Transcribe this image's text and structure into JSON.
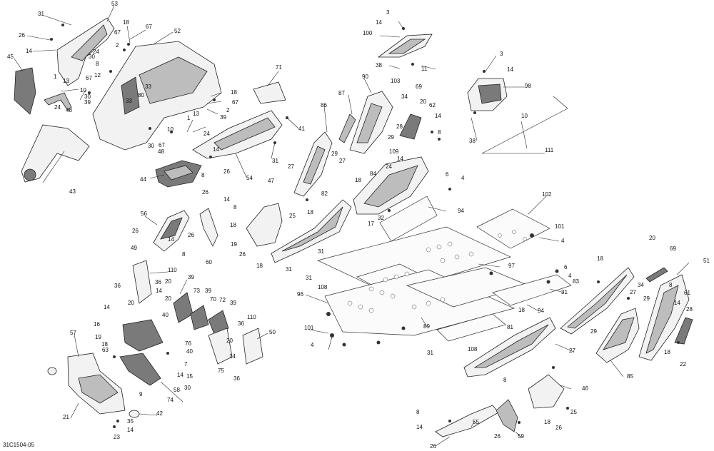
{
  "diagram": {
    "reference_code": "31C1504-05",
    "callouts": [
      {
        "id": "c1",
        "text": "31"
      },
      {
        "id": "c2",
        "text": "53"
      },
      {
        "id": "c3",
        "text": "26"
      },
      {
        "id": "c4",
        "text": "14"
      },
      {
        "id": "c5",
        "text": "18"
      },
      {
        "id": "c6",
        "text": "67"
      },
      {
        "id": "c7",
        "text": "67"
      },
      {
        "id": "c8",
        "text": "52"
      },
      {
        "id": "c9",
        "text": "2"
      },
      {
        "id": "c10",
        "text": "24"
      },
      {
        "id": "c11",
        "text": "30"
      },
      {
        "id": "c12",
        "text": "8"
      },
      {
        "id": "c13",
        "text": "12"
      },
      {
        "id": "c14",
        "text": "45"
      },
      {
        "id": "c15",
        "text": "1"
      },
      {
        "id": "c16",
        "text": "13"
      },
      {
        "id": "c17",
        "text": "67"
      },
      {
        "id": "c18",
        "text": "10"
      },
      {
        "id": "c19",
        "text": "30"
      },
      {
        "id": "c20",
        "text": "39"
      },
      {
        "id": "c21",
        "text": "24"
      },
      {
        "id": "c22",
        "text": "48"
      },
      {
        "id": "c23",
        "text": "33"
      },
      {
        "id": "c24",
        "text": "80"
      },
      {
        "id": "c25",
        "text": "33"
      },
      {
        "id": "c26",
        "text": "18"
      },
      {
        "id": "c27",
        "text": "67"
      },
      {
        "id": "c28",
        "text": "2"
      },
      {
        "id": "c29",
        "text": "39"
      },
      {
        "id": "c30",
        "text": "1"
      },
      {
        "id": "c31",
        "text": "13"
      },
      {
        "id": "c32",
        "text": "24"
      },
      {
        "id": "c33",
        "text": "10"
      },
      {
        "id": "c34",
        "text": "30"
      },
      {
        "id": "c35",
        "text": "67"
      },
      {
        "id": "c36",
        "text": "48"
      },
      {
        "id": "c37",
        "text": "43"
      },
      {
        "id": "c38",
        "text": "71"
      },
      {
        "id": "c39",
        "text": "41"
      },
      {
        "id": "c40",
        "text": "31"
      },
      {
        "id": "c41",
        "text": "14"
      },
      {
        "id": "c42",
        "text": "8"
      },
      {
        "id": "c43",
        "text": "26"
      },
      {
        "id": "c44",
        "text": "54"
      },
      {
        "id": "c45",
        "text": "44"
      },
      {
        "id": "c46",
        "text": "3"
      },
      {
        "id": "c47",
        "text": "14"
      },
      {
        "id": "c48",
        "text": "100"
      },
      {
        "id": "c49",
        "text": "38"
      },
      {
        "id": "c50",
        "text": "103"
      },
      {
        "id": "c51",
        "text": "11"
      },
      {
        "id": "c52",
        "text": "90"
      },
      {
        "id": "c53",
        "text": "87"
      },
      {
        "id": "c54",
        "text": "34"
      },
      {
        "id": "c55",
        "text": "69"
      },
      {
        "id": "c56",
        "text": "20"
      },
      {
        "id": "c57",
        "text": "62"
      },
      {
        "id": "c58",
        "text": "14"
      },
      {
        "id": "c59",
        "text": "8"
      },
      {
        "id": "c60",
        "text": "28"
      },
      {
        "id": "c61",
        "text": "29"
      },
      {
        "id": "c62",
        "text": "109"
      },
      {
        "id": "c63",
        "text": "14"
      },
      {
        "id": "c64",
        "text": "3"
      },
      {
        "id": "c65",
        "text": "14"
      },
      {
        "id": "c66",
        "text": "98"
      },
      {
        "id": "c67",
        "text": "10"
      },
      {
        "id": "c68",
        "text": "38"
      },
      {
        "id": "c69",
        "text": "111"
      },
      {
        "id": "c70",
        "text": "86"
      },
      {
        "id": "c71",
        "text": "29"
      },
      {
        "id": "c72",
        "text": "27"
      },
      {
        "id": "c73",
        "text": "27"
      },
      {
        "id": "c74",
        "text": "18"
      },
      {
        "id": "c75",
        "text": "18"
      },
      {
        "id": "c76",
        "text": "24"
      },
      {
        "id": "c77",
        "text": "84"
      },
      {
        "id": "c78",
        "text": "6"
      },
      {
        "id": "c79",
        "text": "4"
      },
      {
        "id": "c80",
        "text": "82"
      },
      {
        "id": "c81",
        "text": "32"
      },
      {
        "id": "c82",
        "text": "17"
      },
      {
        "id": "c83",
        "text": "94"
      },
      {
        "id": "c84",
        "text": "102"
      },
      {
        "id": "c85",
        "text": "47"
      },
      {
        "id": "c86",
        "text": "25"
      },
      {
        "id": "c87",
        "text": "26"
      },
      {
        "id": "c88",
        "text": "14"
      },
      {
        "id": "c89",
        "text": "8"
      },
      {
        "id": "c90",
        "text": "56"
      },
      {
        "id": "c91",
        "text": "26"
      },
      {
        "id": "c92",
        "text": "18"
      },
      {
        "id": "c93",
        "text": "26"
      },
      {
        "id": "c94",
        "text": "19"
      },
      {
        "id": "c95",
        "text": "26"
      },
      {
        "id": "c96",
        "text": "14"
      },
      {
        "id": "c97",
        "text": "8"
      },
      {
        "id": "c98",
        "text": "60"
      },
      {
        "id": "c99",
        "text": "18"
      },
      {
        "id": "c100",
        "text": "31"
      },
      {
        "id": "c101",
        "text": "101"
      },
      {
        "id": "c102",
        "text": "4"
      },
      {
        "id": "c103",
        "text": "31"
      },
      {
        "id": "c104",
        "text": "31"
      },
      {
        "id": "c105",
        "text": "108"
      },
      {
        "id": "c106",
        "text": "97"
      },
      {
        "id": "c107",
        "text": "49"
      },
      {
        "id": "c108",
        "text": "110"
      },
      {
        "id": "c109",
        "text": "36"
      },
      {
        "id": "c110",
        "text": "36"
      },
      {
        "id": "c111",
        "text": "20"
      },
      {
        "id": "c112",
        "text": "14"
      },
      {
        "id": "c113",
        "text": "20"
      },
      {
        "id": "c114",
        "text": "40"
      },
      {
        "id": "c115",
        "text": "39"
      },
      {
        "id": "c116",
        "text": "73"
      },
      {
        "id": "c117",
        "text": "39"
      },
      {
        "id": "c118",
        "text": "70"
      },
      {
        "id": "c119",
        "text": "72"
      },
      {
        "id": "c120",
        "text": "39"
      },
      {
        "id": "c121",
        "text": "96"
      },
      {
        "id": "c122",
        "text": "6"
      },
      {
        "id": "c123",
        "text": "4"
      },
      {
        "id": "c124",
        "text": "83"
      },
      {
        "id": "c125",
        "text": "18"
      },
      {
        "id": "c126",
        "text": "31"
      },
      {
        "id": "c127",
        "text": "94"
      },
      {
        "id": "c128",
        "text": "27"
      },
      {
        "id": "c129",
        "text": "20"
      },
      {
        "id": "c130",
        "text": "69"
      },
      {
        "id": "c131",
        "text": "51"
      },
      {
        "id": "c132",
        "text": "34"
      },
      {
        "id": "c133",
        "text": "8"
      },
      {
        "id": "c134",
        "text": "29"
      },
      {
        "id": "c135",
        "text": "14"
      },
      {
        "id": "c136",
        "text": "61"
      },
      {
        "id": "c137",
        "text": "28"
      },
      {
        "id": "c138",
        "text": "14"
      },
      {
        "id": "c139",
        "text": "16"
      },
      {
        "id": "c140",
        "text": "19"
      },
      {
        "id": "c141",
        "text": "18"
      },
      {
        "id": "c142",
        "text": "63"
      },
      {
        "id": "c143",
        "text": "20"
      },
      {
        "id": "c144",
        "text": "36"
      },
      {
        "id": "c145",
        "text": "110"
      },
      {
        "id": "c146",
        "text": "50"
      },
      {
        "id": "c147",
        "text": "76"
      },
      {
        "id": "c148",
        "text": "40"
      },
      {
        "id": "c149",
        "text": "20"
      },
      {
        "id": "c150",
        "text": "14"
      },
      {
        "id": "c151",
        "text": "75"
      },
      {
        "id": "c152",
        "text": "36"
      },
      {
        "id": "c153",
        "text": "101"
      },
      {
        "id": "c154",
        "text": "4"
      },
      {
        "id": "c155",
        "text": "89"
      },
      {
        "id": "c156",
        "text": "31"
      },
      {
        "id": "c157",
        "text": "108"
      },
      {
        "id": "c158",
        "text": "81"
      },
      {
        "id": "c159",
        "text": "18"
      },
      {
        "id": "c160",
        "text": "27"
      },
      {
        "id": "c161",
        "text": "29"
      },
      {
        "id": "c162",
        "text": "18"
      },
      {
        "id": "c163",
        "text": "22"
      },
      {
        "id": "c164",
        "text": "85"
      },
      {
        "id": "c165",
        "text": "57"
      },
      {
        "id": "c166",
        "text": "7"
      },
      {
        "id": "c167",
        "text": "14"
      },
      {
        "id": "c168",
        "text": "15"
      },
      {
        "id": "c169",
        "text": "58"
      },
      {
        "id": "c170",
        "text": "30"
      },
      {
        "id": "c171",
        "text": "9"
      },
      {
        "id": "c172",
        "text": "74"
      },
      {
        "id": "c173",
        "text": "21"
      },
      {
        "id": "c174",
        "text": "42"
      },
      {
        "id": "c175",
        "text": "35"
      },
      {
        "id": "c176",
        "text": "14"
      },
      {
        "id": "c177",
        "text": "23"
      },
      {
        "id": "c178",
        "text": "8"
      },
      {
        "id": "c179",
        "text": "46"
      },
      {
        "id": "c180",
        "text": "25"
      },
      {
        "id": "c181",
        "text": "18"
      },
      {
        "id": "c182",
        "text": "26"
      },
      {
        "id": "c183",
        "text": "8"
      },
      {
        "id": "c184",
        "text": "14"
      },
      {
        "id": "c185",
        "text": "55"
      },
      {
        "id": "c186",
        "text": "26"
      },
      {
        "id": "c187",
        "text": "59"
      },
      {
        "id": "c188",
        "text": "26"
      }
    ]
  }
}
